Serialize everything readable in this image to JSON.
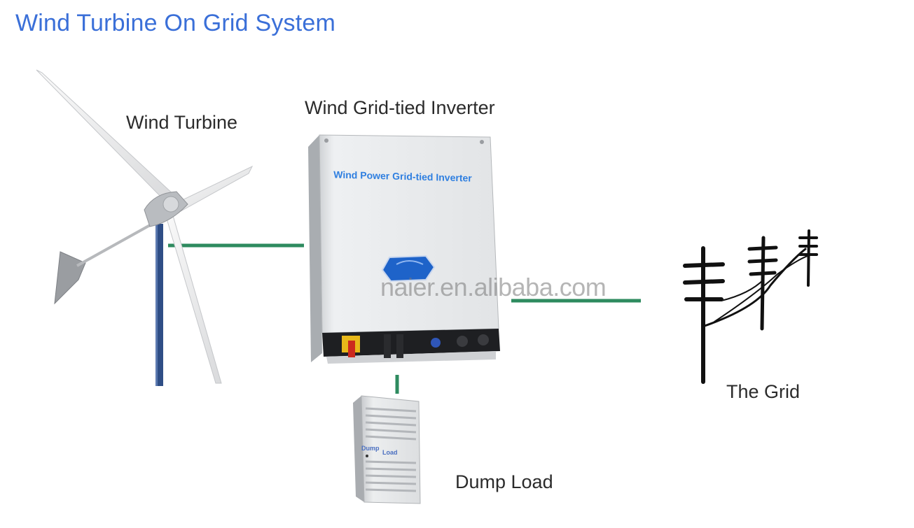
{
  "title": "Wind Turbine On Grid System",
  "labels": {
    "turbine": "Wind Turbine",
    "inverter": "Wind Grid-tied Inverter",
    "grid": "The Grid",
    "dump_load": "Dump Load"
  },
  "inverter_panel_text": "Wind Power Grid-tied Inverter",
  "dump_load_device_text": {
    "left": "Dump",
    "right": "Load"
  },
  "watermark": "naier.en.alibaba.com",
  "colors": {
    "title": "#3a6fd8",
    "connector": "#2e8b5f",
    "inverter_body": "#e6e8ea",
    "panel_text": "#2f7fe0"
  },
  "icons": [
    "wind-turbine-icon",
    "inverter-icon",
    "utility-pole-icon",
    "dump-load-icon"
  ]
}
